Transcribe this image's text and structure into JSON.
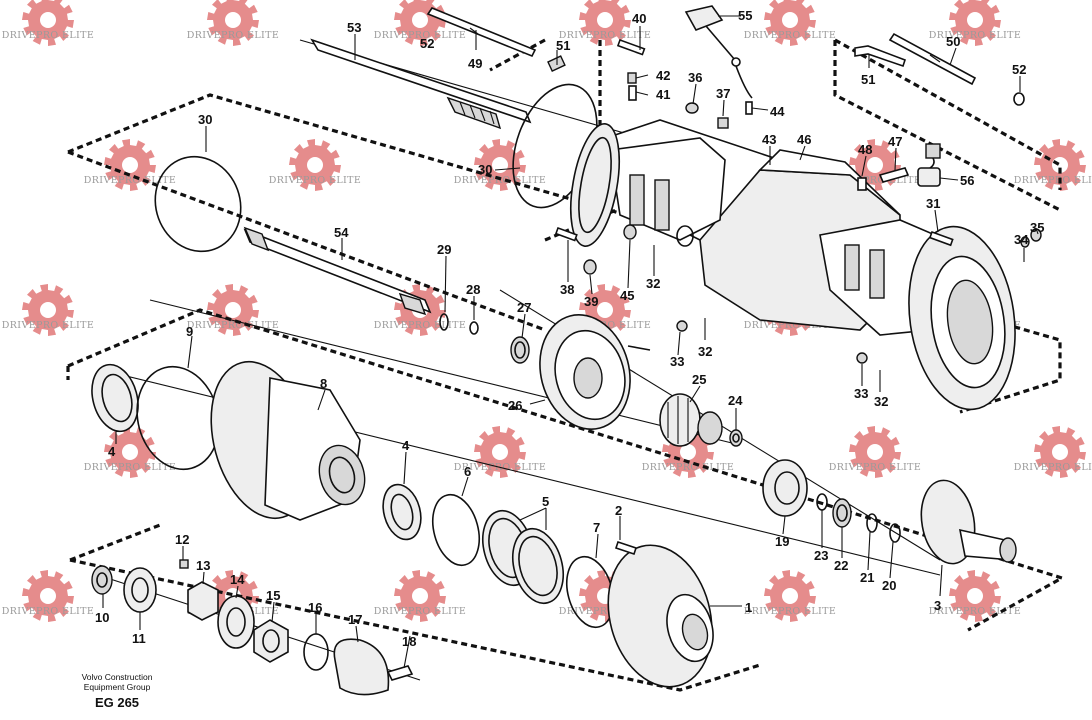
{
  "watermark": {
    "text": "DRIVEPRO ELITE",
    "color": "#e07878"
  },
  "caption": {
    "line1": "Volvo Construction",
    "line2": "Equipment Group",
    "code": "EG 265"
  },
  "labels": {
    "l1": "1",
    "l2": "2",
    "l3": "3",
    "l4": "4",
    "l4b": "4",
    "l5": "5",
    "l6": "6",
    "l7": "7",
    "l8": "8",
    "l9": "9",
    "l10": "10",
    "l11": "11",
    "l12": "12",
    "l13": "13",
    "l14": "14",
    "l15": "15",
    "l16": "16",
    "l17": "17",
    "l18": "18",
    "l19": "19",
    "l20": "20",
    "l21": "21",
    "l22": "22",
    "l23": "23",
    "l24": "24",
    "l25": "25",
    "l26": "26",
    "l27": "27",
    "l28": "28",
    "l29": "29",
    "l30": "30",
    "l30b": "30",
    "l31": "31",
    "l32a": "32",
    "l32b": "32",
    "l32c": "32",
    "l33a": "33",
    "l33b": "33",
    "l34": "34",
    "l35": "35",
    "l36": "36",
    "l37": "37",
    "l38": "38",
    "l39": "39",
    "l40": "40",
    "l41": "41",
    "l42": "42",
    "l43": "43",
    "l44": "44",
    "l45": "45",
    "l46": "46",
    "l47": "47",
    "l48": "48",
    "l49": "49",
    "l50": "50",
    "l51a": "51",
    "l51b": "51",
    "l52a": "52",
    "l52b": "52",
    "l53": "53",
    "l54": "54",
    "l55": "55",
    "l56": "56"
  }
}
